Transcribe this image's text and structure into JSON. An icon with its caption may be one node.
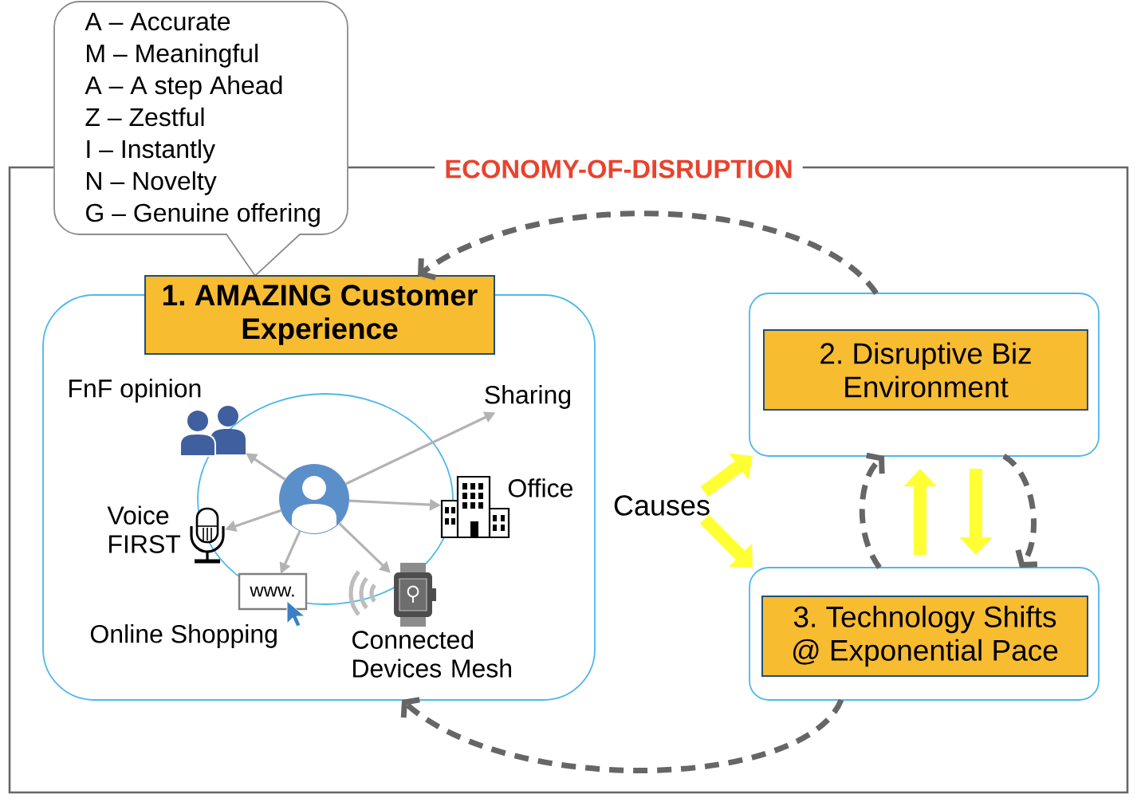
{
  "diagram": {
    "nodes": [
      {
        "text": [
          "ECONOMY-OF-DISRUPTION"
        ]
      },
      {
        "text": [
          "A – Accurate",
          "M – Meaningful",
          "A – A step Ahead",
          "Z – Zestful",
          "I – Instantly",
          "N – Novelty",
          "G – Genuine offering"
        ]
      },
      {
        "text": [],
        "shape": "box",
        "in": 0
      },
      {
        "text": [
          "1. AMAZING Customer Experience"
        ],
        "in": 0
      },
      {
        "text": [],
        "shape": "picture",
        "in": 2,
        "beside": [
          "FnF opinion"
        ]
      },
      {
        "text": [
          "Sharing"
        ],
        "in": 2
      },
      {
        "text": [],
        "shape": "person",
        "in": 2
      },
      {
        "text": [],
        "shape": "picture",
        "in": 2,
        "beside": [
          "Office"
        ]
      },
      {
        "text": [],
        "shape": "picture",
        "in": 2,
        "beside": [
          "Voice FIRST"
        ]
      },
      {
        "text": [
          "www."
        ],
        "in": 2,
        "beside": [
          "Online Shopping"
        ]
      },
      {
        "text": [],
        "shape": "picture",
        "in": 2,
        "beside": [
          "Connected Devices Mesh"
        ]
      },
      {
        "text": [
          "Causes"
        ],
        "in": 0
      },
      {
        "text": [],
        "shape": "box",
        "in": 0
      },
      {
        "text": [
          "2. Disruptive Biz Environment"
        ],
        "in": 12
      },
      {
        "text": [],
        "shape": "box",
        "in": 0
      },
      {
        "text": [
          "3. Technology Shifts @ Exponential Pace"
        ],
        "in": 14
      }
    ],
    "edges": [
      {
        "from": 6,
        "to": 4,
        "arrow": "to"
      },
      {
        "from": 6,
        "to": 5,
        "arrow": "to"
      },
      {
        "from": 6,
        "to": 7,
        "arrow": "to"
      },
      {
        "from": 6,
        "to": 8,
        "arrow": "to"
      },
      {
        "from": 6,
        "to": 9,
        "arrow": "to"
      },
      {
        "from": 6,
        "to": 10,
        "arrow": "to"
      },
      {
        "from": 12,
        "to": 3,
        "arrow": "to",
        "style": "dashed",
        "color": "#666666"
      },
      {
        "from": 14,
        "to": 2,
        "arrow": "to",
        "style": "dashed",
        "color": "#666666"
      },
      {
        "from": 14,
        "to": 12,
        "arrow": "to",
        "style": "dashed",
        "color": "#666666"
      },
      {
        "from": 12,
        "to": 14,
        "arrow": "to",
        "style": "dashed",
        "color": "#666666"
      },
      {
        "from": 14,
        "to": 12,
        "arrow": "to",
        "style": "thick",
        "color": "#ffff33"
      },
      {
        "from": 12,
        "to": 14,
        "arrow": "to",
        "style": "thick",
        "color": "#ffff33"
      },
      {
        "from": 11,
        "to": 12,
        "arrow": "to",
        "style": "thick",
        "color": "#ffff33"
      },
      {
        "from": 11,
        "to": 14,
        "arrow": "to",
        "style": "thick",
        "color": "#ffff33"
      }
    ]
  }
}
